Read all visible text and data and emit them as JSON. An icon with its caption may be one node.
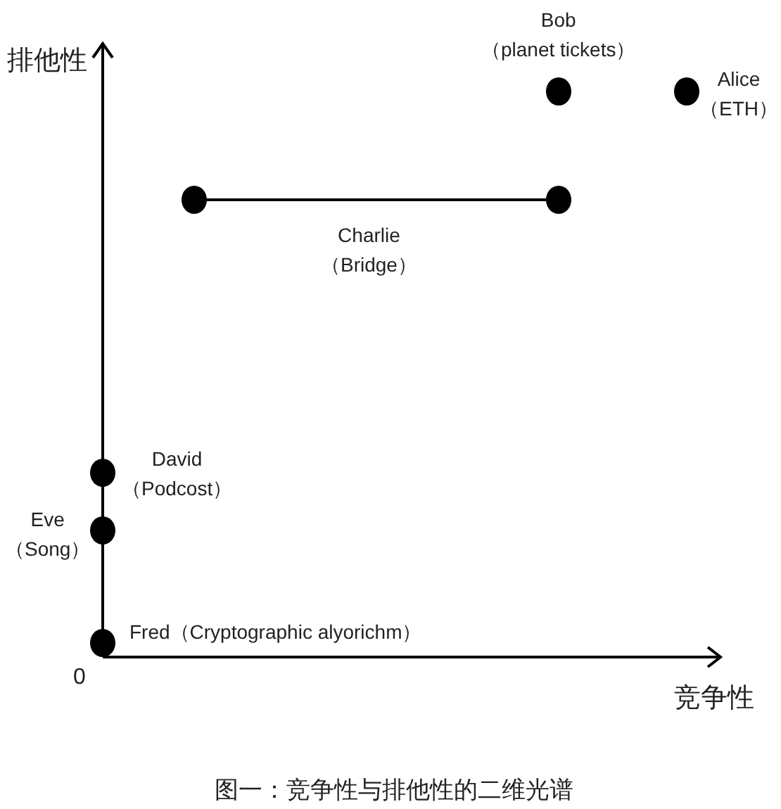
{
  "diagram": {
    "caption": "图一：竞争性与排他性的二维光谱",
    "nodes": [
      {
        "text": [],
        "shape": "circle",
        "beside": [
          "Bob （planet tickets）"
        ]
      },
      {
        "text": [],
        "shape": "circle",
        "beside": [
          "Alice （ETH）"
        ]
      },
      {
        "text": [],
        "shape": "circle"
      },
      {
        "text": [],
        "shape": "circle"
      },
      {
        "text": [],
        "shape": "circle",
        "beside": [
          "David （Podcost）"
        ]
      },
      {
        "text": [],
        "shape": "circle",
        "beside": [
          "Eve （Song）"
        ]
      },
      {
        "text": [],
        "shape": "circle",
        "beside": [
          "Fred（Cryptographic alyorichm）"
        ]
      }
    ],
    "edges": [
      {
        "from": 2,
        "to": 3,
        "arrow": "none",
        "label": "Charlie （Bridge）"
      }
    ],
    "labels": [
      "排他性",
      "0",
      "竞争性"
    ]
  }
}
